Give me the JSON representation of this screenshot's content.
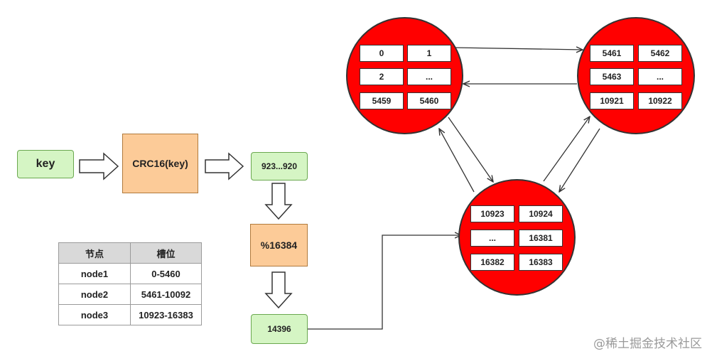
{
  "flow": {
    "key": "key",
    "crc": "CRC16(key)",
    "hash": "923...920",
    "mod": "%16384",
    "slot": "14396"
  },
  "table": {
    "headers": [
      "节点",
      "槽位"
    ],
    "rows": [
      {
        "node": "node1",
        "slots": "0-5460"
      },
      {
        "node": "node2",
        "slots": "5461-10092"
      },
      {
        "node": "node3",
        "slots": "10923-16383"
      }
    ]
  },
  "nodes": {
    "node1": [
      "0",
      "1",
      "2",
      "...",
      "5459",
      "5460"
    ],
    "node2": [
      "5461",
      "5462",
      "5463",
      "...",
      "10921",
      "10922"
    ],
    "node3": [
      "10923",
      "10924",
      "...",
      "16381",
      "16382",
      "16383"
    ]
  },
  "colors": {
    "node_fill": "#ff0000",
    "green_box": "#d5f5c4",
    "orange_box": "#fccb98"
  },
  "watermark": "@稀土掘金技术社区"
}
